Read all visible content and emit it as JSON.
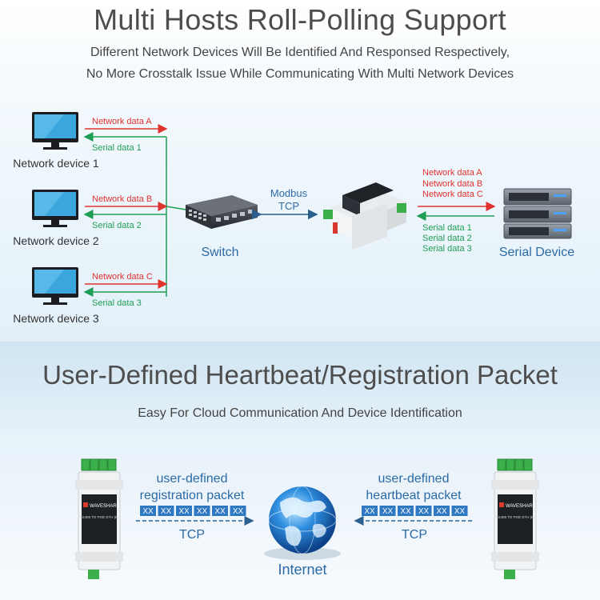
{
  "section1": {
    "title": "Multi Hosts Roll-Polling Support",
    "subtitle_line1": "Different Network Devices Will Be Identified And Responsed Respectively,",
    "subtitle_line2": "No More Crosstalk Issue While Communicating With Multi Network Devices",
    "devices": [
      {
        "name": "Network device 1",
        "network_data": "Network data A",
        "serial_data": "Serial data 1"
      },
      {
        "name": "Network device 2",
        "network_data": "Network data B",
        "serial_data": "Serial data 2"
      },
      {
        "name": "Network device 3",
        "network_data": "Network data C",
        "serial_data": "Serial data 3"
      }
    ],
    "switch_label": "Switch",
    "link_label_1": "Modbus",
    "link_label_2": "TCP",
    "right_network": [
      "Network data A",
      "Network data B",
      "Network data C"
    ],
    "right_serial": [
      "Serial data 1",
      "Serial data 2",
      "Serial data 3"
    ],
    "serial_device_label": "Serial Device"
  },
  "section2": {
    "title": "User-Defined Heartbeat/Registration Packet",
    "subtitle": "Easy For Cloud Communication And Device Identification",
    "left_packet_line1": "user-defined",
    "left_packet_line2": "registration packet",
    "right_packet_line1": "user-defined",
    "right_packet_line2": "heartbeat packet",
    "byte_placeholder": "XX",
    "protocol_label": "TCP",
    "internet_label": "Internet",
    "module_brand": "WAVESHARE",
    "module_model": "RS485 TO POE ETH (B)"
  },
  "colors": {
    "network_arrow": "#e0322f",
    "serial_arrow": "#1f9e55",
    "link_arrow": "#2a5e8c",
    "label_blue": "#2b6aa6",
    "packet_box": "#2f79c2"
  }
}
